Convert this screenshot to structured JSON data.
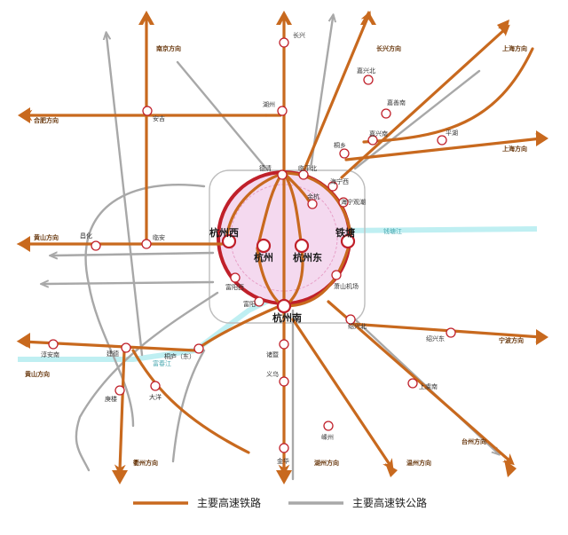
{
  "hubs": {
    "hangzhou_west": "杭州西",
    "hangzhou": "杭州",
    "hangzhou_east": "杭州东",
    "hangzhou_south": "杭州南",
    "tiantang": "铁塘"
  },
  "stations": {
    "changxing": "长兴",
    "huzhou": "湖州",
    "anji": "安吉",
    "deqing": "德清",
    "linping_n": "临平北",
    "haining_w": "海宁西",
    "yuhang": "余杭",
    "haining_guanchao": "海宁观潮",
    "lin_an": "临安",
    "changhua": "昌化",
    "fuyang_w": "富阳西",
    "fuyang": "富阳",
    "xiaoshan_airport": "萧山机场",
    "jiaxing_n": "嘉兴北",
    "jiashan_n": "嘉善南",
    "jiaxing_s": "嘉兴南",
    "tongxiang": "桐乡",
    "pinghu": "平湖",
    "shaoxing_n": "绍兴北",
    "shaoxing_e": "绍兴东",
    "shangyu_s": "上虞南",
    "zhuji": "诸暨",
    "yiwu": "义乌",
    "jinhua": "金华",
    "shengzhou": "嵊州",
    "chun_an": "淳安南",
    "jiande": "建德",
    "tonglu": "桐庐（东）",
    "gengwu": "庚楼",
    "dayang": "大洋"
  },
  "directions": {
    "nanjing": "南京方向",
    "changxing_dir": "长兴方向",
    "shanghai1": "上海方向",
    "shanghai2": "上海方向",
    "hefei": "合肥方向",
    "huangshan": "黄山方向",
    "huangshan2": "黄山方向",
    "ningbo": "宁波方向",
    "taizhou": "台州方向",
    "wenzhou": "温州方向",
    "quzhou": "衢州方向",
    "huzhou_dir": "湖州方向"
  },
  "rivers": {
    "qiantang": "钱塘江",
    "fuchun": "富春江"
  },
  "legend": {
    "rail": "主要高速铁路",
    "hwy": "主要高速铁公路"
  },
  "colors": {
    "rail": "#c8691e",
    "highway": "#a8a8a8",
    "ring": "#c0202a",
    "ring_fill": "#f4d9ef",
    "river": "#bfeff2"
  }
}
